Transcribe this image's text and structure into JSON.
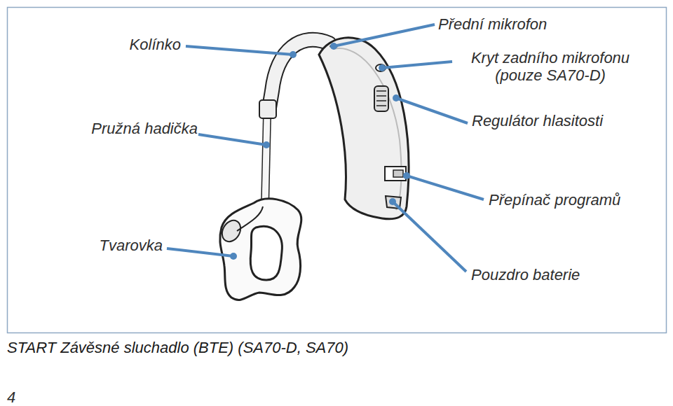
{
  "diagram": {
    "caption": "START Závěsné sluchadlo (BTE) (SA70-D, SA70)",
    "labels": [
      "Kolínko",
      "Přední mikrofon",
      "Kryt zadního mikrofonu (pouze SA70-D)",
      "Pružná hadička",
      "Regulátor hlasitosti",
      "Přepínač programů",
      "Tvarovka",
      "Pouzdro baterie",
      "4"
    ]
  }
}
